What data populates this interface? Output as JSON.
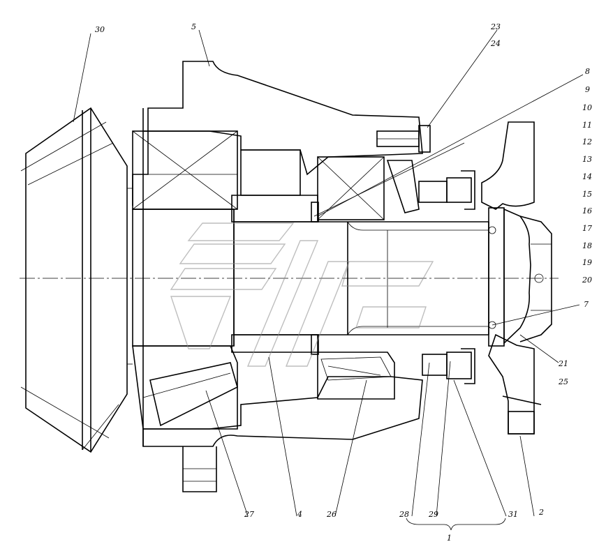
{
  "callouts": {
    "c30": "30",
    "c5": "5",
    "c23": "23",
    "c24": "24",
    "c8": "8",
    "c9": "9",
    "c10": "10",
    "c11": "11",
    "c12": "12",
    "c13": "13",
    "c14": "14",
    "c15": "15",
    "c16": "16",
    "c17": "17",
    "c18": "18",
    "c19": "19",
    "c20": "20",
    "c7": "7",
    "c21": "21",
    "c25": "25",
    "c27": "27",
    "c4": "4",
    "c26": "26",
    "c28": "28",
    "c29": "29",
    "c31": "31",
    "c2": "2",
    "c1": "1"
  },
  "colors": {
    "line": "#000000",
    "watermark": "#8a8a8a",
    "background": "#ffffff"
  }
}
